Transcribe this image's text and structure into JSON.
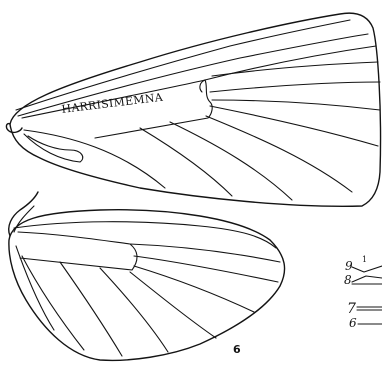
{
  "figure": {
    "genus_label": "HARRISIMEMNA",
    "plate_number": "6",
    "vein_labels": [
      "9",
      "1",
      "8",
      "7",
      "6"
    ]
  },
  "colors": {
    "ink": "#141414",
    "background": "#ffffff"
  }
}
